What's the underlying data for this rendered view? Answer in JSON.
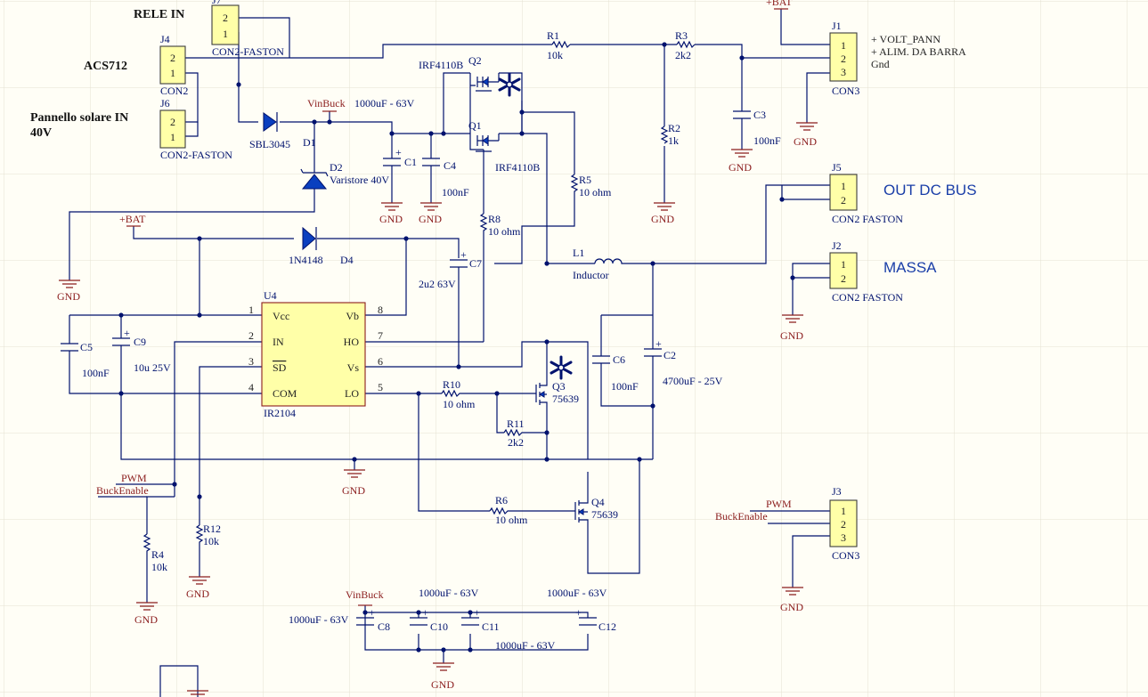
{
  "notes": {
    "rele_in": "RELE IN",
    "acs712": "ACS712",
    "pannello_line1": "Pannello solare IN",
    "pannello_line2": "40V",
    "out_dc_bus": "OUT DC BUS",
    "massa": "MASSA",
    "j1_line1": "+ VOLT_PANN",
    "j1_line2": "+ ALIM. DA BARRA",
    "j1_line3": "Gnd"
  },
  "nets": {
    "vinbuck": "VinBuck",
    "bat": "+BAT",
    "gnd": "GND",
    "pwm": "PWM",
    "buckenable": "BuckEnable"
  },
  "connectors": {
    "j7": {
      "ref": "J7",
      "type": "CON2-FASTON",
      "pins": [
        "2",
        "1"
      ]
    },
    "j4": {
      "ref": "J4",
      "type": "CON2",
      "pins": [
        "2",
        "1"
      ]
    },
    "j6": {
      "ref": "J6",
      "type": "CON2-FASTON",
      "pins": [
        "2",
        "1"
      ]
    },
    "j1": {
      "ref": "J1",
      "type": "CON3",
      "pins": [
        "1",
        "2",
        "3"
      ]
    },
    "j5": {
      "ref": "J5",
      "type": "CON2 FASTON",
      "pins": [
        "1",
        "2"
      ]
    },
    "j2": {
      "ref": "J2",
      "type": "CON2 FASTON",
      "pins": [
        "1",
        "2"
      ]
    },
    "j3": {
      "ref": "J3",
      "type": "CON3",
      "pins": [
        "1",
        "2",
        "3"
      ]
    }
  },
  "components": {
    "r1": {
      "ref": "R1",
      "value": "10k"
    },
    "r2": {
      "ref": "R2",
      "value": "1k"
    },
    "r3": {
      "ref": "R3",
      "value": "2k2"
    },
    "r4": {
      "ref": "R4",
      "value": "10k"
    },
    "r5": {
      "ref": "R5",
      "value": "10 ohm"
    },
    "r6": {
      "ref": "R6",
      "value": "10 ohm"
    },
    "r8": {
      "ref": "R8",
      "value": "10 ohm"
    },
    "r10": {
      "ref": "R10",
      "value": "10 ohm"
    },
    "r11": {
      "ref": "R11",
      "value": "2k2"
    },
    "r12": {
      "ref": "R12",
      "value": "10k"
    },
    "c1": {
      "ref": "C1",
      "value": "1000uF - 63V"
    },
    "c2": {
      "ref": "C2",
      "value": "4700uF - 25V"
    },
    "c3": {
      "ref": "C3",
      "value": "100nF"
    },
    "c4": {
      "ref": "C4",
      "value": "100nF"
    },
    "c5": {
      "ref": "C5",
      "value": "100nF"
    },
    "c6": {
      "ref": "C6",
      "value": "100nF"
    },
    "c7": {
      "ref": "C7",
      "value": "2u2 63V"
    },
    "c8": {
      "ref": "C8",
      "value": "1000uF - 63V"
    },
    "c9": {
      "ref": "C9",
      "value": "10u 25V"
    },
    "c10": {
      "ref": "C10",
      "value": "1000uF - 63V"
    },
    "c11": {
      "ref": "C11",
      "value": "1000uF - 63V"
    },
    "c12": {
      "ref": "C12",
      "value": "1000uF - 63V"
    },
    "d1": {
      "ref": "D1",
      "value": "SBL3045"
    },
    "d2": {
      "ref": "D2",
      "value": "Varistore 40V"
    },
    "d4": {
      "ref": "D4",
      "value": "1N4148"
    },
    "q1": {
      "ref": "Q1",
      "value": "IRF4110B"
    },
    "q2": {
      "ref": "Q2",
      "value": "IRF4110B"
    },
    "q3": {
      "ref": "Q3",
      "value": "75639"
    },
    "q4": {
      "ref": "Q4",
      "value": "75639"
    },
    "l1": {
      "ref": "L1",
      "value": "Inductor"
    }
  },
  "u4": {
    "ref": "U4",
    "part": "IR2104",
    "pins_left": [
      {
        "num": "1",
        "name": "Vcc"
      },
      {
        "num": "2",
        "name": "IN"
      },
      {
        "num": "3",
        "name": "SD"
      },
      {
        "num": "4",
        "name": "COM"
      }
    ],
    "pins_right": [
      {
        "num": "8",
        "name": "Vb"
      },
      {
        "num": "7",
        "name": "HO"
      },
      {
        "num": "6",
        "name": "Vs"
      },
      {
        "num": "5",
        "name": "LO"
      }
    ]
  },
  "colors": {
    "background": "#fffef6",
    "wire": "#00126e",
    "net_label": "#8b1d1d",
    "part_fill": "#ffffa8",
    "title_blue": "#1a3ea8"
  }
}
